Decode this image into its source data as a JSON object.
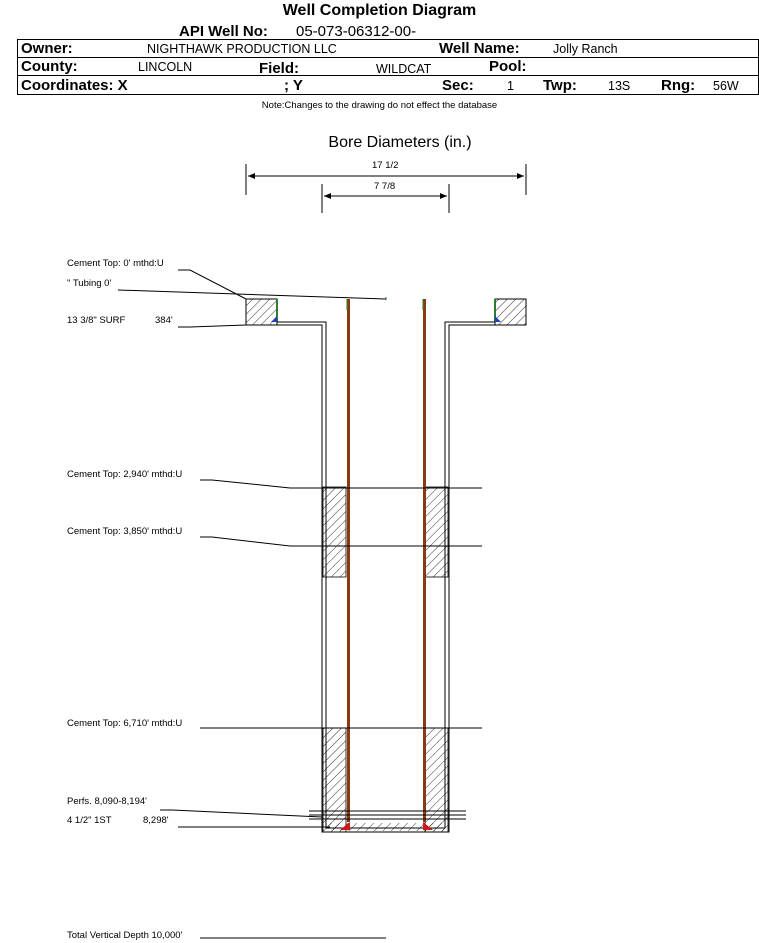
{
  "header": {
    "title": "Well Completion Diagram",
    "api_label": "API Well No:",
    "api_value": "05-073-06312-00-",
    "owner_label": "Owner:",
    "owner_value": "NIGHTHAWK PRODUCTION LLC",
    "well_name_label": "Well Name:",
    "well_name_value": "Jolly Ranch",
    "county_label": "County:",
    "county_value": "LINCOLN",
    "field_label": "Field:",
    "field_value": "WILDCAT",
    "pool_label": "Pool:",
    "pool_value": "",
    "coord_x_label": "Coordinates: X",
    "coord_y_label": "; Y",
    "sec_label": "Sec:",
    "sec_value": "1",
    "twp_label": "Twp:",
    "twp_value": "13S",
    "rng_label": "Rng:",
    "rng_value": "56W"
  },
  "note": "Note:Changes to the drawing do not effect the database",
  "bore": {
    "title": "Bore Diameters (in.)",
    "outer": "17 1/2",
    "inner": "7 7/8"
  },
  "labels": {
    "cement_top_0": "Cement Top: 0' mthd:U",
    "tubing": "\" Tubing 0'",
    "surf_casing": "13 3/8\" SURF",
    "surf_depth": "384'",
    "cement_top_2940": "Cement Top: 2,940' mthd:U",
    "cement_top_3850": "Cement Top: 3,850' mthd:U",
    "cement_top_6710": "Cement Top: 6,710' mthd:U",
    "perfs": "Perfs. 8,090-8,194'",
    "prod_casing": "4 1/2\" 1ST",
    "prod_depth": "8,298'",
    "tvd": "Total Vertical Depth 10,000'"
  },
  "colors": {
    "tubing": "#8b3a0f",
    "tubing_highlight": "#2e7d32",
    "shoe": "#1e3fbf",
    "prod_shoe": "#d01818"
  }
}
